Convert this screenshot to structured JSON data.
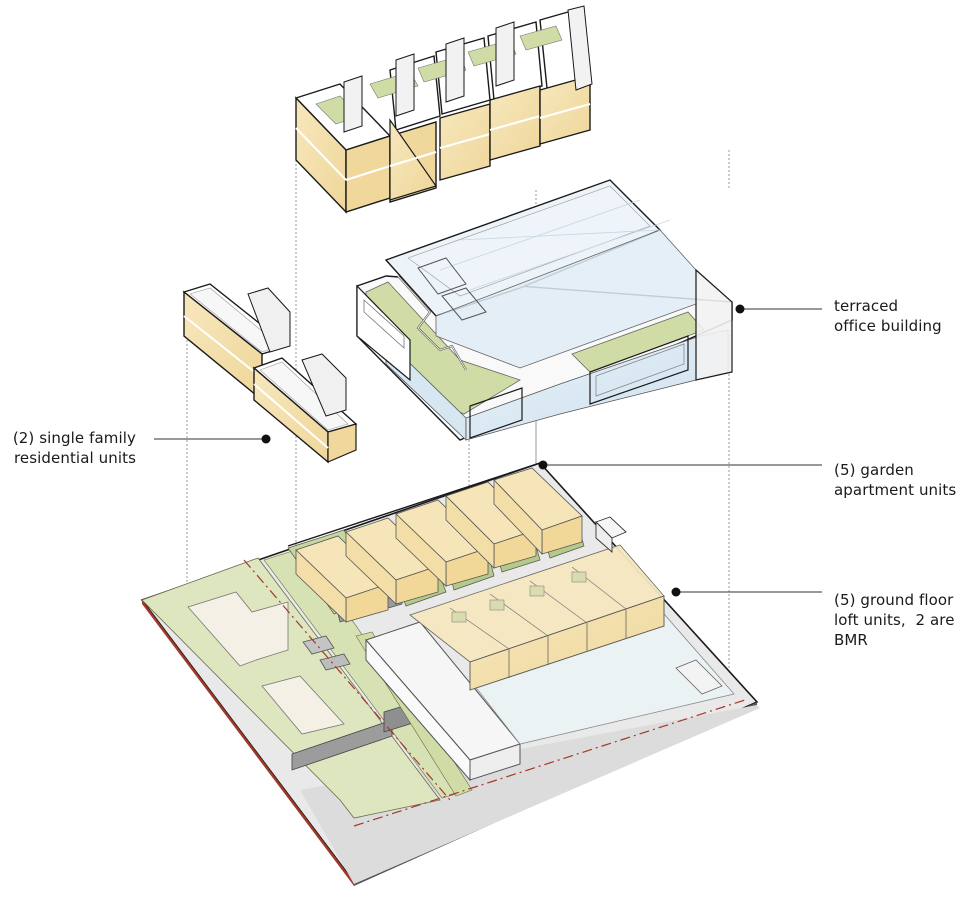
{
  "diagram": {
    "title": "Exploded axonometric site diagram",
    "components": [
      {
        "id": "townhouses-upper",
        "name": "garden apartment units (exploded upper floors)",
        "count": 5,
        "color": "#f3dea7"
      },
      {
        "id": "office",
        "name": "terraced office building",
        "color": "#d3e5f1"
      },
      {
        "id": "single-family",
        "name": "single family residential units",
        "count": 2,
        "color": "#f3dea7"
      },
      {
        "id": "site-base",
        "name": "site base with ground floor loft units",
        "color": "#dfe8c2"
      }
    ],
    "palette": {
      "residential_yellow": "#f3dea7",
      "office_blue": "#d6e7f2",
      "green_roof": "#cfdca6",
      "lawn": "#dde6bf",
      "paving": "#e4e4e4",
      "property_line": "#a3392a",
      "outline": "#1a1a1a"
    }
  },
  "labels": {
    "office": {
      "line1": "terraced",
      "line2": "office building"
    },
    "single_family": {
      "line1": "(2) single family",
      "line2": "residential units"
    },
    "garden": {
      "line1": "(5) garden",
      "line2": "apartment units"
    },
    "loft": {
      "line1": "(5) ground floor",
      "line2": "loft units,  2 are",
      "line3": "BMR"
    }
  }
}
